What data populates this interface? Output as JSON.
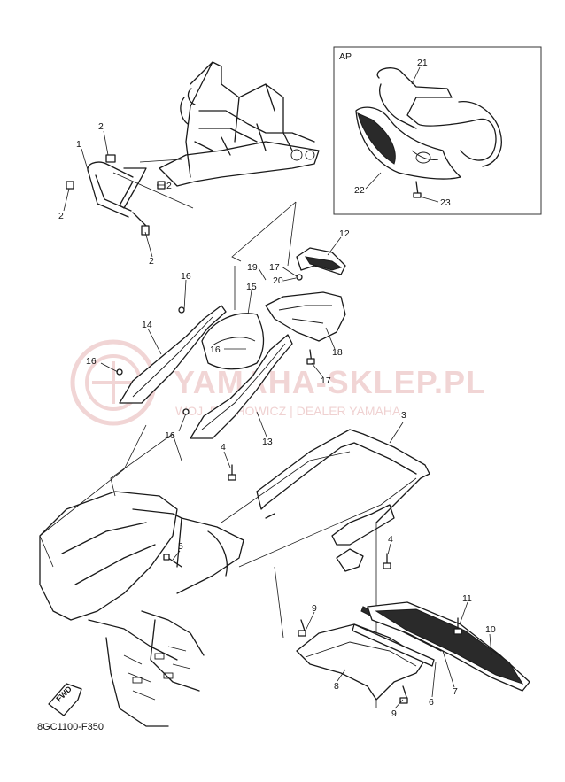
{
  "diagram_code": "8GC1100-F350",
  "inset_label": "AP",
  "fwd_label": "FWD",
  "watermark": {
    "main": "YAMAHA-SKLEP.PL",
    "sub": "WOJ. BUCHOWICZ | DEALER YAMAHA"
  },
  "callouts": {
    "c1": "1",
    "c2a": "2",
    "c2b": "2",
    "c2c": "2",
    "c2d": "2",
    "c3": "3",
    "c4a": "4",
    "c4b": "4",
    "c5": "5",
    "c6": "6",
    "c7": "7",
    "c8": "8",
    "c9a": "9",
    "c9b": "9",
    "c10": "10",
    "c11": "11",
    "c12": "12",
    "c13": "13",
    "c14": "14",
    "c15": "15",
    "c16a": "16",
    "c16b": "16",
    "c16c": "16",
    "c16d": "16",
    "c17a": "17",
    "c17b": "17",
    "c18": "18",
    "c19": "19",
    "c20": "20",
    "c21": "21",
    "c22": "22",
    "c23": "23"
  }
}
